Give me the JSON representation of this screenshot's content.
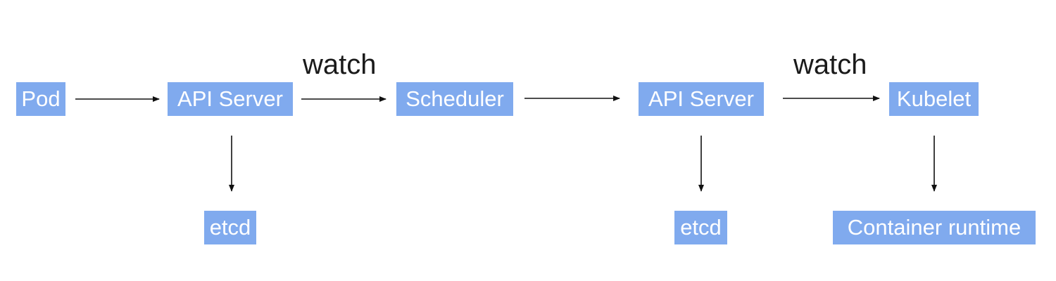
{
  "diagram": {
    "nodes": {
      "pod": "Pod",
      "api_server_1": "API Server",
      "scheduler": "Scheduler",
      "api_server_2": "API Server",
      "kubelet": "Kubelet",
      "etcd_1": "etcd",
      "etcd_2": "etcd",
      "container_runtime": "Container runtime"
    },
    "edge_labels": {
      "watch_1": "watch",
      "watch_2": "watch"
    }
  },
  "colors": {
    "node_fill": "#80aaee",
    "node_text": "#ffffff",
    "arrow": "#111111",
    "label_text": "#1a1a1a"
  }
}
